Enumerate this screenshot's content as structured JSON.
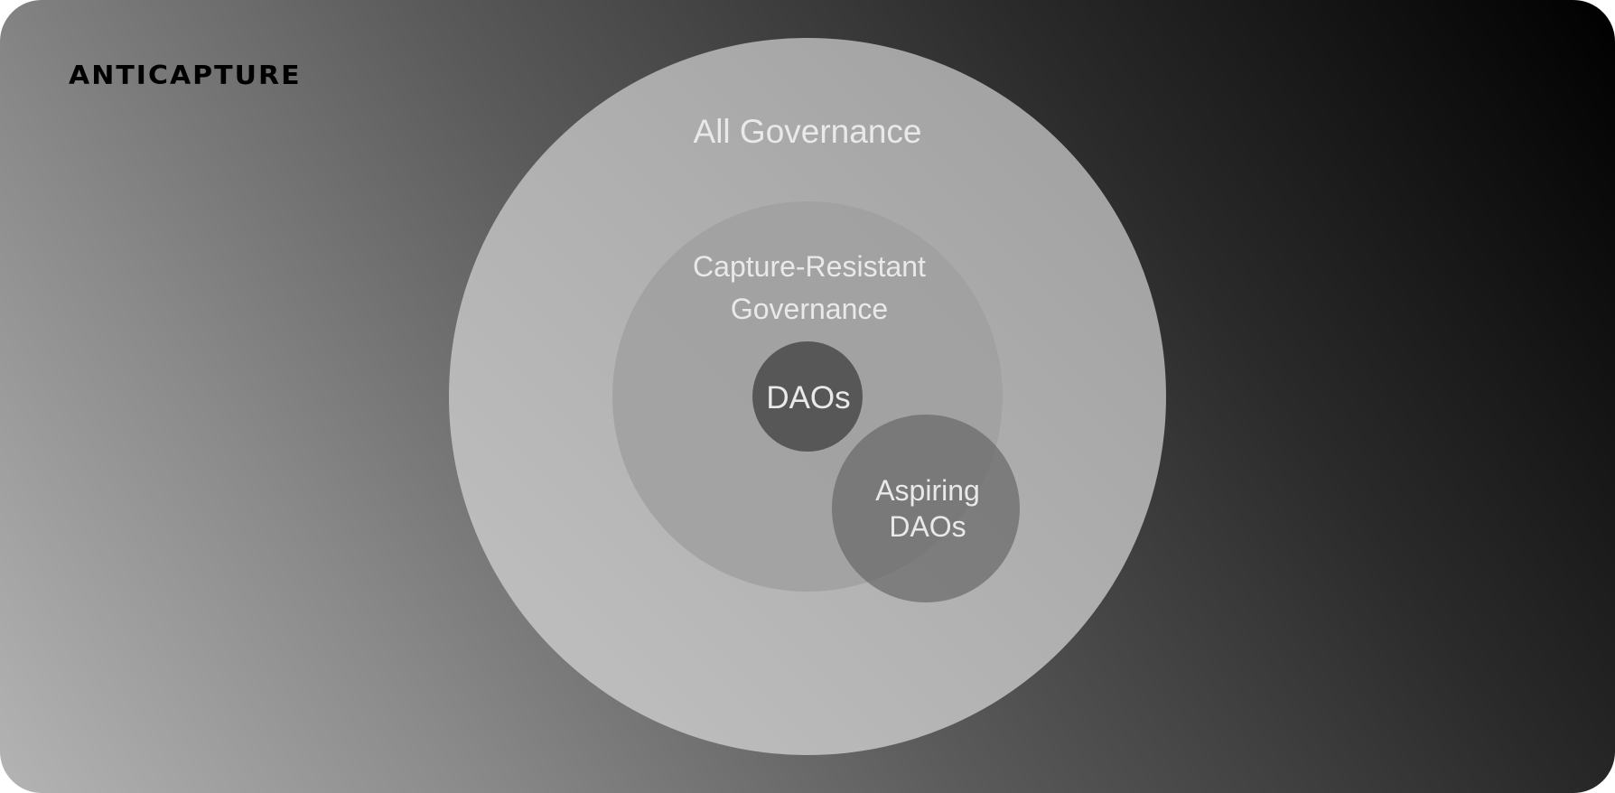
{
  "brand": {
    "logo_text": "ANTICAPTURE"
  },
  "diagram": {
    "type": "nested-venn",
    "regions": [
      {
        "id": "all",
        "label_lines": [
          "All Governance"
        ],
        "color": "#b9b9b9"
      },
      {
        "id": "capture_resistant",
        "label_lines": [
          "Capture-Resistant",
          "Governance"
        ],
        "color": "#a0a0a0"
      },
      {
        "id": "daos",
        "label_lines": [
          "DAOs"
        ],
        "color": "#575757"
      },
      {
        "id": "aspiring",
        "label_lines": [
          "Aspiring",
          "DAOs"
        ],
        "color": "#7e7e7e"
      }
    ],
    "label_color": "#e9e9e9"
  }
}
